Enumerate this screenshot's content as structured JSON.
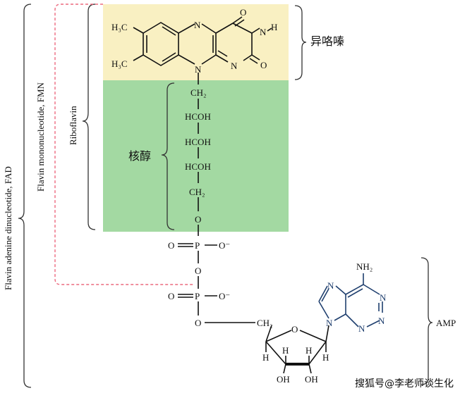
{
  "labels": {
    "isoalloxazine": "异咯嗪",
    "ribitol": "核醇",
    "amp": "AMP",
    "riboflavin": "Riboflavin",
    "fmn": "Flavin mononucleotide, FMN",
    "fad": "Flavin adenine dinucleotide, FAD"
  },
  "atoms": {
    "h3c_top": "H₃C",
    "h3c_bottom": "H₃C",
    "o_carbonyl_top": "O",
    "o_carbonyl_right": "O",
    "n_imide": "N",
    "h_imide": "H",
    "n_ring_top": "N",
    "n_ring_bottom": "N",
    "n_ring_right": "N",
    "ch2_top": "CH₂",
    "hcoh_1": "HCOH",
    "hcoh_2": "HCOH",
    "hcoh_3": "HCOH",
    "ch2_bottom": "CH₂",
    "o_link_1": "O",
    "o_double_p1": "O",
    "p1": "P",
    "o_minus_p1": "O⁻",
    "o_bridge": "O",
    "o_double_p2": "O",
    "p2": "P",
    "o_minus_p2": "O⁻",
    "o_link_2": "O",
    "ch2_ribose": "CH₂",
    "o_ribose": "O",
    "h_r1": "H",
    "h_r2": "H",
    "h_r3": "H",
    "h_r4": "H",
    "oh_r1": "OH",
    "oh_r2": "OH",
    "nh2": "NH₂",
    "n_ad1": "N",
    "n_ad3": "N",
    "n_ad7": "N",
    "n_ad9": "N",
    "n_ad_bottom": "N"
  },
  "watermark": "搜狐号@李老师谈生化",
  "colors": {
    "isoalloxazine_box": "#f9f0c2",
    "ribitol_box": "#a3d9a2",
    "dashed_fmn": "#ec6a7f",
    "adenine_bonds": "#1f3f6e"
  }
}
